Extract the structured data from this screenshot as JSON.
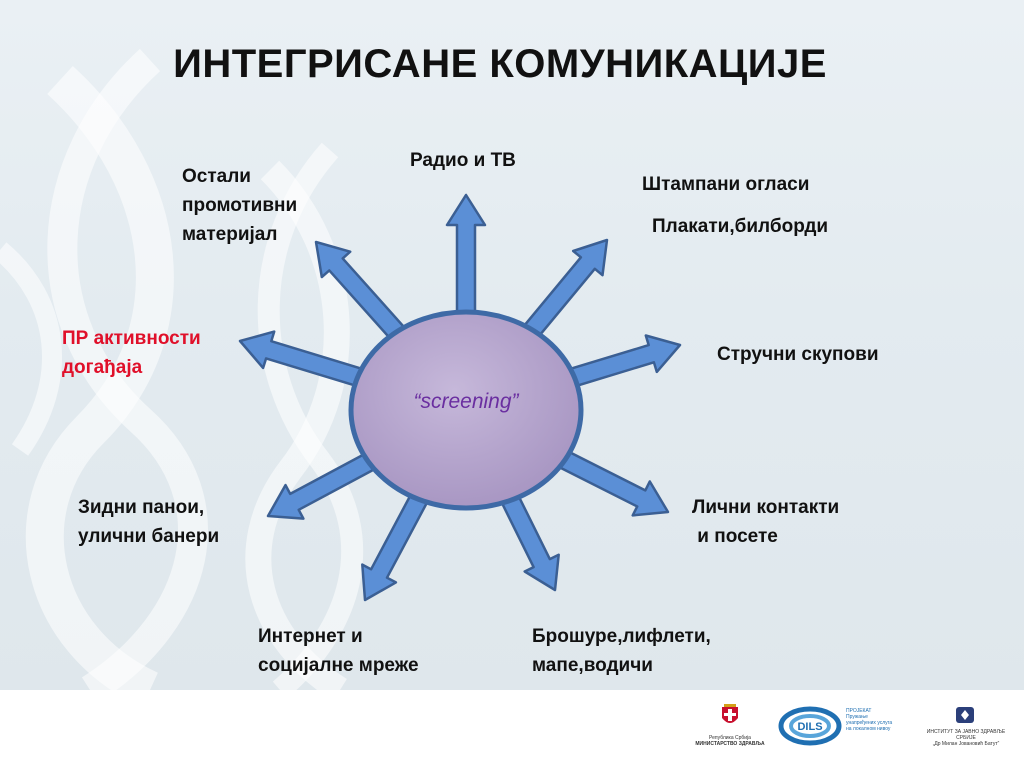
{
  "title": "ИНТЕГРИСАНЕ КОМУНИКАЦИЈЕ",
  "center": {
    "label": "“screening”"
  },
  "colors": {
    "arrow_fill": "#5b8fd6",
    "arrow_stroke": "#3b5f93",
    "circle_fill": "#b2a2c8",
    "circle_stroke": "#3e6aa6",
    "center_text": "#6a2ea0",
    "highlight_text": "#e0102a"
  },
  "nodes": [
    {
      "id": "radio",
      "lines": [
        "Радио и ТВ"
      ]
    },
    {
      "id": "print",
      "lines": [
        "Штампани огласи"
      ]
    },
    {
      "id": "posters",
      "lines": [
        "Плакати,билборди"
      ]
    },
    {
      "id": "conferences",
      "lines": [
        "Стручни скупови"
      ]
    },
    {
      "id": "contacts",
      "lines": [
        "Лични контакти",
        " и посете"
      ]
    },
    {
      "id": "brochures",
      "lines": [
        "Брошуре,лифлети,",
        "мапе,водичи"
      ]
    },
    {
      "id": "internet",
      "lines": [
        "Интернет и",
        "социјалне мреже"
      ]
    },
    {
      "id": "walls",
      "lines": [
        "Зидни панои,",
        "улични банери"
      ]
    },
    {
      "id": "pr",
      "lines": [
        "ПР активности",
        "догађаја"
      ]
    },
    {
      "id": "other",
      "lines": [
        "Остали",
        "промотивни",
        "материјал"
      ]
    }
  ],
  "footer": {
    "logo1_text": [
      "Република Србија",
      "МИНИСТАРСТВО ЗДРАВЉА"
    ],
    "logo2_badge": "DILS",
    "logo2_text": [
      "ПРОЈЕКАТ",
      "Пружање",
      "унапређених услуга",
      "на локалном нивоу"
    ],
    "logo3_text": [
      "ИНСТИТУТ ЗА ЈАВНО ЗДРАВЉЕ СРБИЈЕ",
      "„Др Милан Јовановић Батут“"
    ]
  }
}
